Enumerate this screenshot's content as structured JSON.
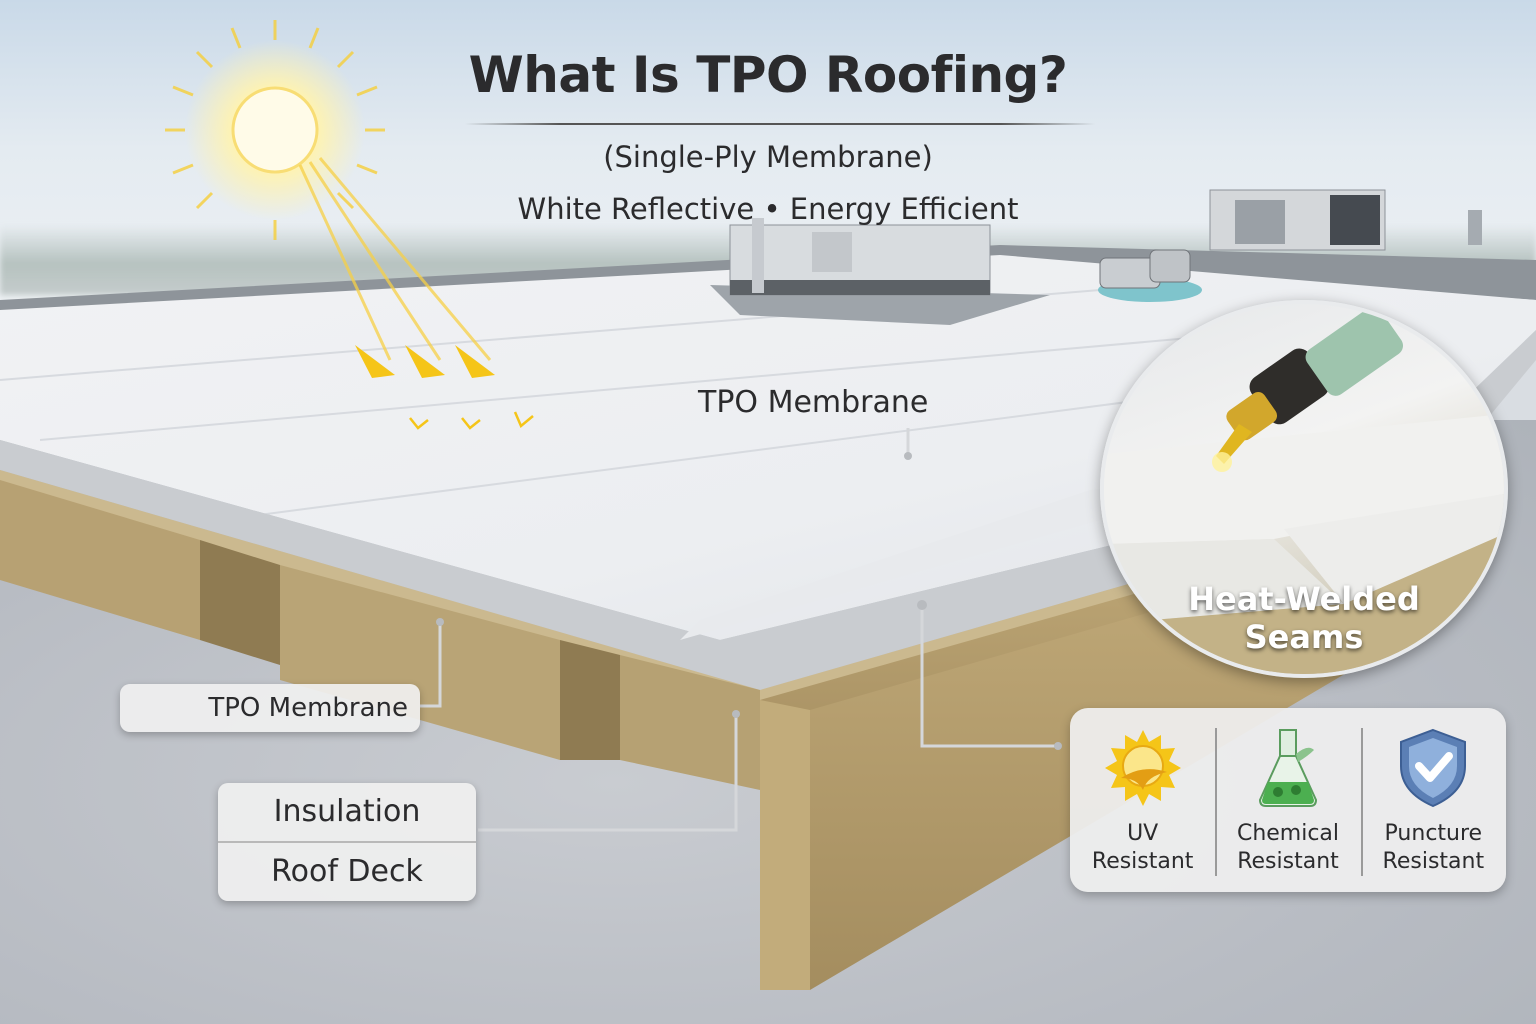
{
  "header": {
    "title": "What Is TPO Roofing?",
    "subtitle": "(Single-Ply Membrane)",
    "tagline": "White Reflective • Energy Efficient"
  },
  "labels": {
    "center_membrane": "TPO Membrane",
    "left_membrane": "TPO Membrane",
    "insulation": "Insulation",
    "roof_deck": "Roof Deck",
    "seam_inset_line1": "Heat-Welded",
    "seam_inset_line2": "Seams"
  },
  "features": [
    {
      "icon": "sun-icon",
      "line1": "UV",
      "line2": "Resistant"
    },
    {
      "icon": "flask-icon",
      "line1": "Chemical",
      "line2": "Resistant"
    },
    {
      "icon": "shield-check-icon",
      "line1": "Puncture",
      "line2": "Resistant"
    }
  ],
  "colors": {
    "text": "#2b2b2d",
    "sun": "#f5c518",
    "membrane": "#eef0f2",
    "insulation": "#b59e6e",
    "chemical": "#4caf50",
    "shield": "#5b7fb5"
  }
}
